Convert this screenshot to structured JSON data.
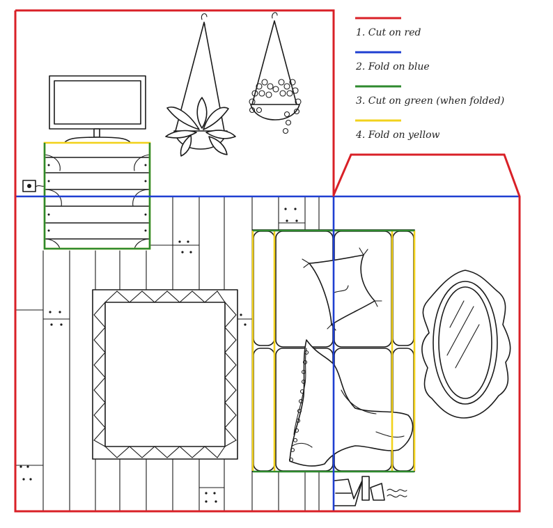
{
  "legend": {
    "items": [
      {
        "label": "1. Cut on red",
        "color": "#d92027"
      },
      {
        "label": "2. Fold on blue",
        "color": "#1f3fd1"
      },
      {
        "label": "3. Cut on green (when folded)",
        "color": "#2e8a2e"
      },
      {
        "label": "4. Fold on yellow",
        "color": "#f2d21c"
      }
    ]
  },
  "colors": {
    "cut": "#d92027",
    "fold": "#1f3fd1",
    "cut_folded": "#2e8a2e",
    "fold_secondary": "#f2d21c",
    "ink": "#1a1a1a"
  },
  "drawn_items": [
    "tv-icon",
    "dresser-icon",
    "wall-socket-icon",
    "hanging-plant-left-icon",
    "hanging-plant-right-icon",
    "rug-icon",
    "sofa-icon",
    "cushion-icon",
    "blanket-icon",
    "mirror-icon",
    "lamp-icon"
  ]
}
